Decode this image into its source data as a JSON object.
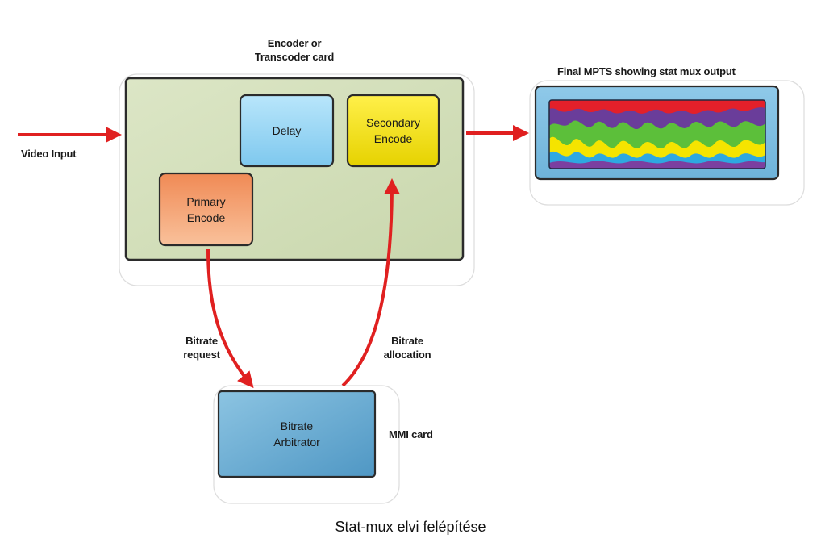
{
  "labels": {
    "card_title": "Encoder or\nTranscoder card",
    "video_input": "Video Input",
    "final_mpts": "Final MPTS showing stat mux output",
    "bitrate_request": "Bitrate\nrequest",
    "bitrate_allocation": "Bitrate\nallocation",
    "mmi_card": "MMI card"
  },
  "boxes": {
    "delay": "Delay",
    "secondary_encode": "Secondary\nEncode",
    "primary_encode": "Primary\nEncode",
    "bitrate_arbitrator": "Bitrate\nArbitrator"
  },
  "caption": "Stat-mux elvi felépítése",
  "colors": {
    "card_fill": "#d3dfbb",
    "delay_fill": "#9ad6f2",
    "secondary_fill": "#f7e500",
    "primary_fill": "#f4a06c",
    "arbitrator_fill": "#6aaed2",
    "mpts_frame": "#7fbde0",
    "arrow_red": "#e02020",
    "wave_red": "#e3202a",
    "wave_purple": "#7b3fa0",
    "wave_green": "#5cbf3a",
    "wave_yellow": "#f5e400",
    "wave_blue": "#2ea8e0"
  }
}
